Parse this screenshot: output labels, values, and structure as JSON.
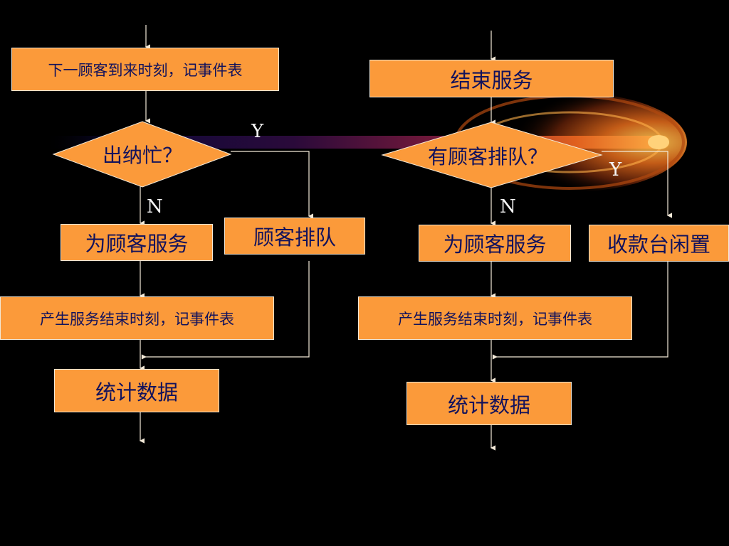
{
  "left": {
    "arrival": "下一顾客到来时刻，记事件表",
    "decision": "出纳忙？",
    "yes": "Y",
    "no": "N",
    "serve": "为顾客服务",
    "queue": "顾客排队",
    "end_time": "产生服务结束时刻，记事件表",
    "stats": "统计数据"
  },
  "right": {
    "end_service": "结束服务",
    "decision": "有顾客排队？",
    "yes": "Y",
    "no": "N",
    "serve": "为顾客服务",
    "idle": "收款台闲置",
    "end_time": "产生服务结束时刻，记事件表",
    "stats": "统计数据"
  },
  "colors": {
    "box_fill": "#fb9a3a",
    "text": "#12125c",
    "line": "#f3e9d8",
    "background": "#000000"
  }
}
